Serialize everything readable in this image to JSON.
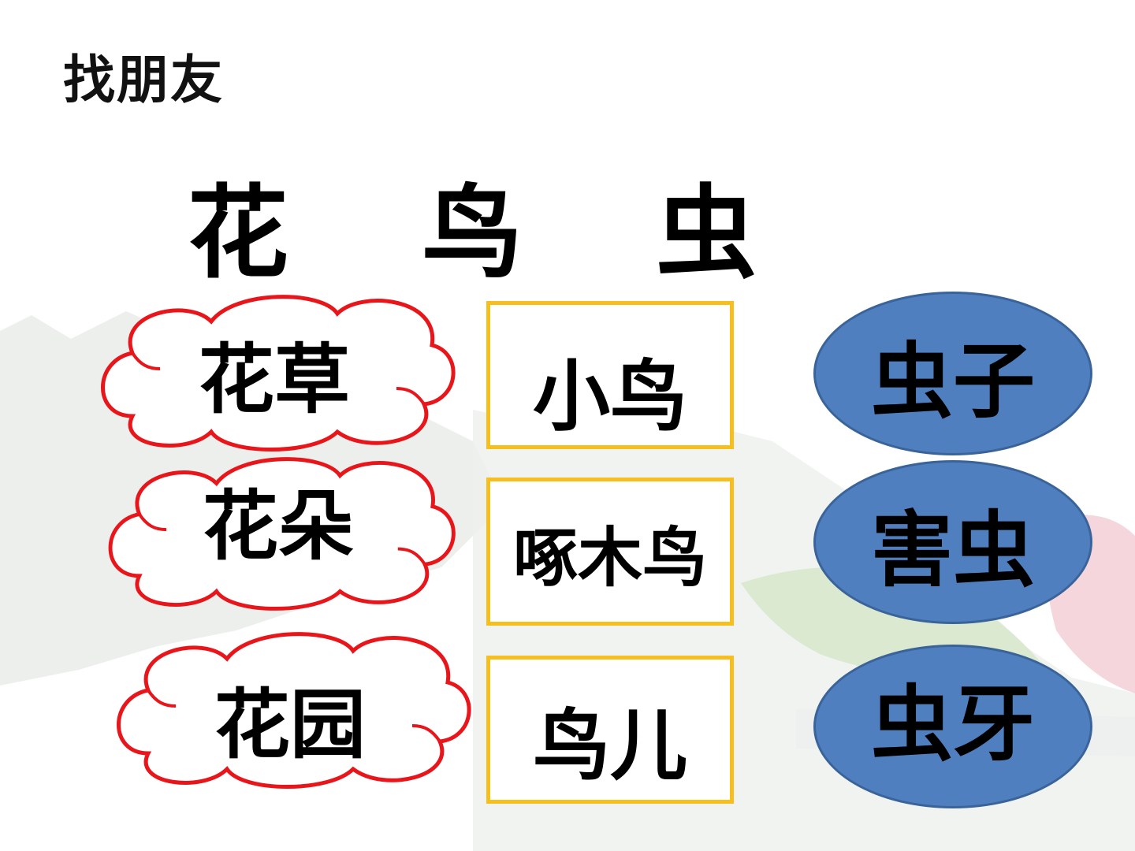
{
  "title": "找朋友",
  "headers": [
    "花",
    "鸟",
    "虫"
  ],
  "clouds": [
    "花草",
    "花朵",
    "花园"
  ],
  "boxes": [
    "小鸟",
    "啄木鸟",
    "鸟儿"
  ],
  "ellipses": [
    "虫子",
    "害虫",
    "虫牙"
  ],
  "colors": {
    "cloud_outline": "#e8161b",
    "box_border": "#f7bf1e",
    "ellipse_fill": "#4f7fbf"
  }
}
